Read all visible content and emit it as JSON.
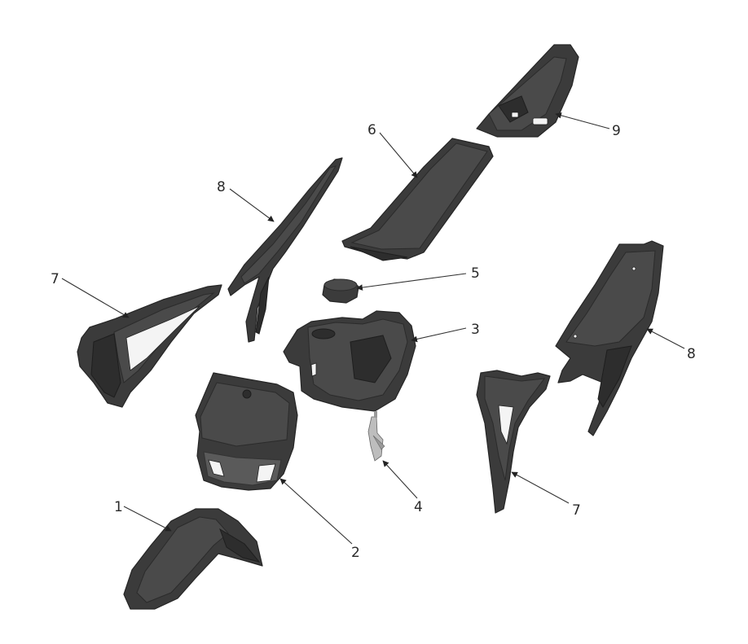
{
  "callouts": [
    {
      "id": "c1",
      "label": "1"
    },
    {
      "id": "c2",
      "label": "2"
    },
    {
      "id": "c3",
      "label": "3"
    },
    {
      "id": "c4",
      "label": "4"
    },
    {
      "id": "c5",
      "label": "5"
    },
    {
      "id": "c6",
      "label": "6"
    },
    {
      "id": "c7a",
      "label": "7"
    },
    {
      "id": "c7b",
      "label": "7"
    },
    {
      "id": "c8a",
      "label": "8"
    },
    {
      "id": "c8b",
      "label": "8"
    },
    {
      "id": "c9",
      "label": "9"
    }
  ],
  "colors": {
    "part_fill": "#3b3b3b",
    "part_stroke": "#262626",
    "background": "#ffffff"
  }
}
